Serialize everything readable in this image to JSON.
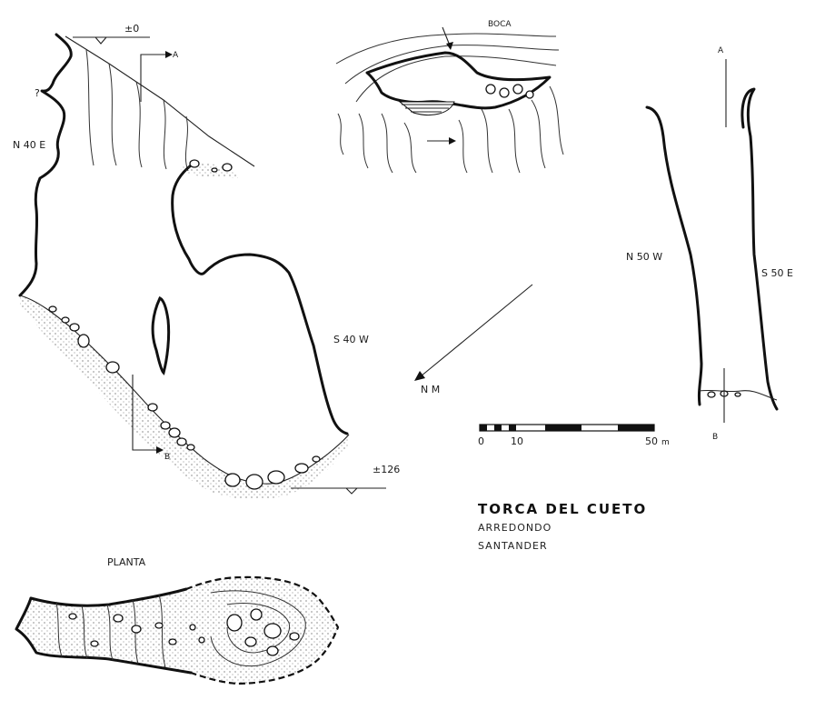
{
  "survey": {
    "title": "TORCA DEL CUETO",
    "municipality": "ARREDONDO",
    "province": "SANTANDER"
  },
  "plan_label": "PLANTA",
  "entrance_label": "BOCA",
  "north_label": "N M",
  "depth_top": "±0",
  "depth_bottom": "±126",
  "unknown_mark": "?",
  "section_ab": {
    "wall_left": "N 40 E",
    "wall_right": "S 40 W",
    "marker_a": "A",
    "marker_b": "B"
  },
  "section_cd": {
    "wall_left": "N 50 W",
    "wall_right": "S 50 E",
    "marker_top": "A",
    "marker_bottom": "B"
  },
  "scale": {
    "ticks": [
      "0",
      "10",
      "50"
    ],
    "unit": "m"
  }
}
